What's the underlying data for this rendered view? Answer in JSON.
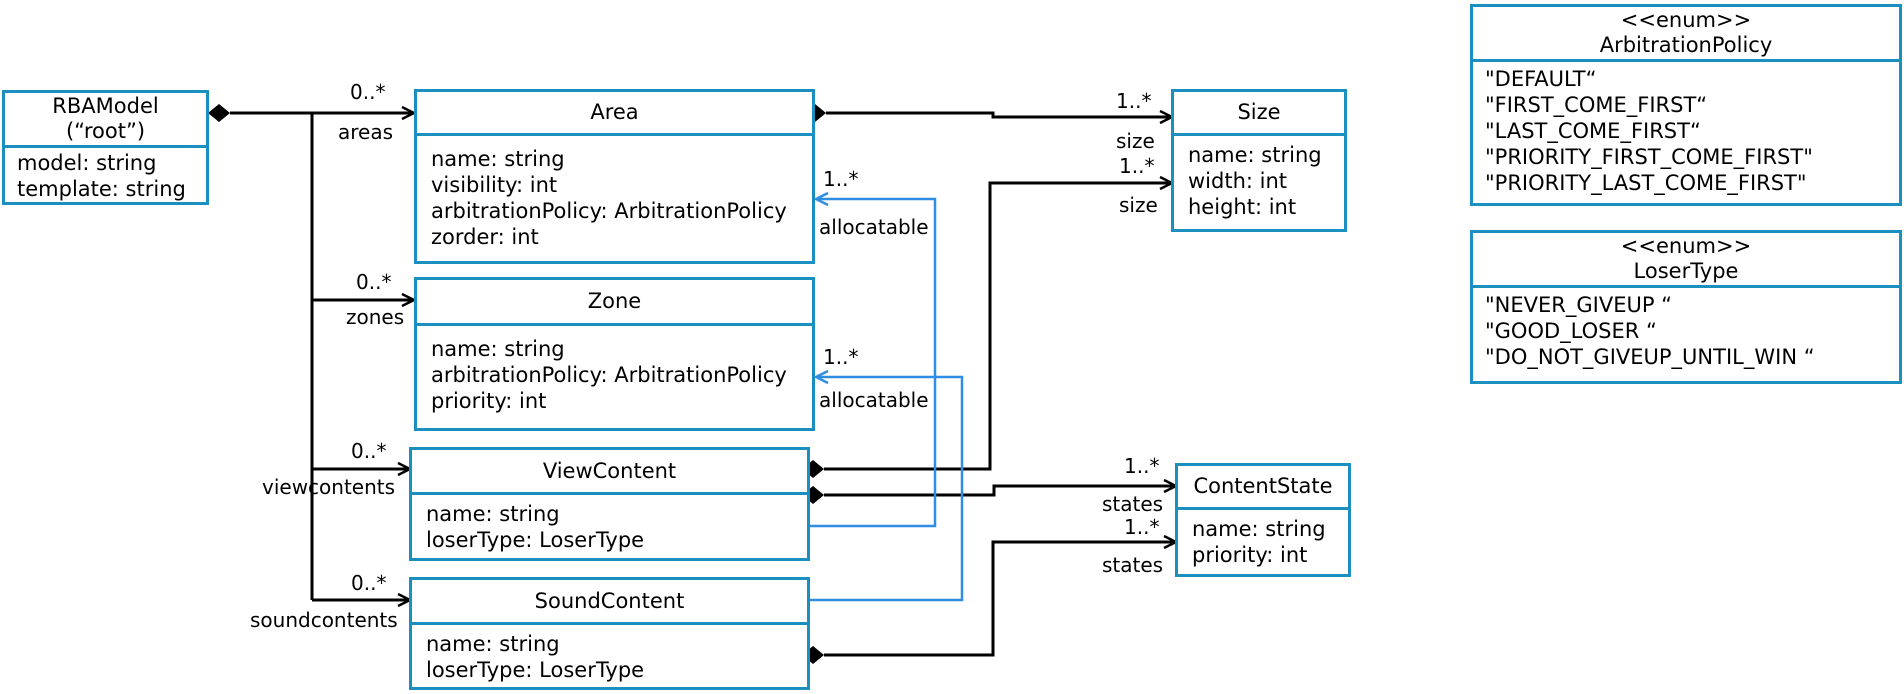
{
  "classes": {
    "rbamodel": {
      "name": "RBAModel",
      "stereotype": "(“root”)",
      "attrs": [
        "model: string",
        "template: string"
      ]
    },
    "area": {
      "name": "Area",
      "attrs": [
        "name: string",
        "visibility: int",
        "arbitrationPolicy: ArbitrationPolicy",
        "zorder: int"
      ]
    },
    "zone": {
      "name": "Zone",
      "attrs": [
        "name: string",
        "arbitrationPolicy: ArbitrationPolicy",
        "priority: int"
      ]
    },
    "viewcontent": {
      "name": "ViewContent",
      "attrs": [
        "name: string",
        "loserType: LoserType"
      ]
    },
    "soundcontent": {
      "name": "SoundContent",
      "attrs": [
        "name: string",
        "loserType: LoserType"
      ]
    },
    "size": {
      "name": "Size",
      "attrs": [
        "name: string",
        "width: int",
        "height: int"
      ]
    },
    "contentstate": {
      "name": "ContentState",
      "attrs": [
        "name: string",
        "priority: int"
      ]
    },
    "arbitrationpolicy": {
      "stereotype": "<<enum>>",
      "name": "ArbitrationPolicy",
      "literals": [
        "\"DEFAULT“",
        "\"FIRST_COME_FIRST“",
        "\"LAST_COME_FIRST“",
        "\"PRIORITY_FIRST_COME_FIRST\"",
        "\"PRIORITY_LAST_COME_FIRST\""
      ]
    },
    "losertype": {
      "stereotype": "<<enum>>",
      "name": "LoserType",
      "literals": [
        "\"NEVER_GIVEUP “",
        "\"GOOD_LOSER “",
        "\"DO_NOT_GIVEUP_UNTIL_WIN “"
      ]
    }
  },
  "associations": {
    "areas": {
      "role": "areas",
      "mult": "0..*"
    },
    "zones": {
      "role": "zones",
      "mult": "0..*"
    },
    "viewcontents": {
      "role": "viewcontents",
      "mult": "0..*"
    },
    "soundcontents": {
      "role": "soundcontents",
      "mult": "0..*"
    },
    "area_size": {
      "role": "size",
      "mult": "1..*"
    },
    "zone_size": {
      "role": "size",
      "mult": "1..*"
    },
    "area_alloc": {
      "role": "allocatable",
      "mult": "1..*"
    },
    "zone_alloc": {
      "role": "allocatable",
      "mult": "1..*"
    },
    "view_states": {
      "role": "states",
      "mult": "1..*"
    },
    "sound_states": {
      "role": "states",
      "mult": "1..*"
    }
  },
  "colors": {
    "class_border": "#1a8fc0",
    "allocatable_line": "#2f8de4",
    "composition_line": "#000000"
  }
}
